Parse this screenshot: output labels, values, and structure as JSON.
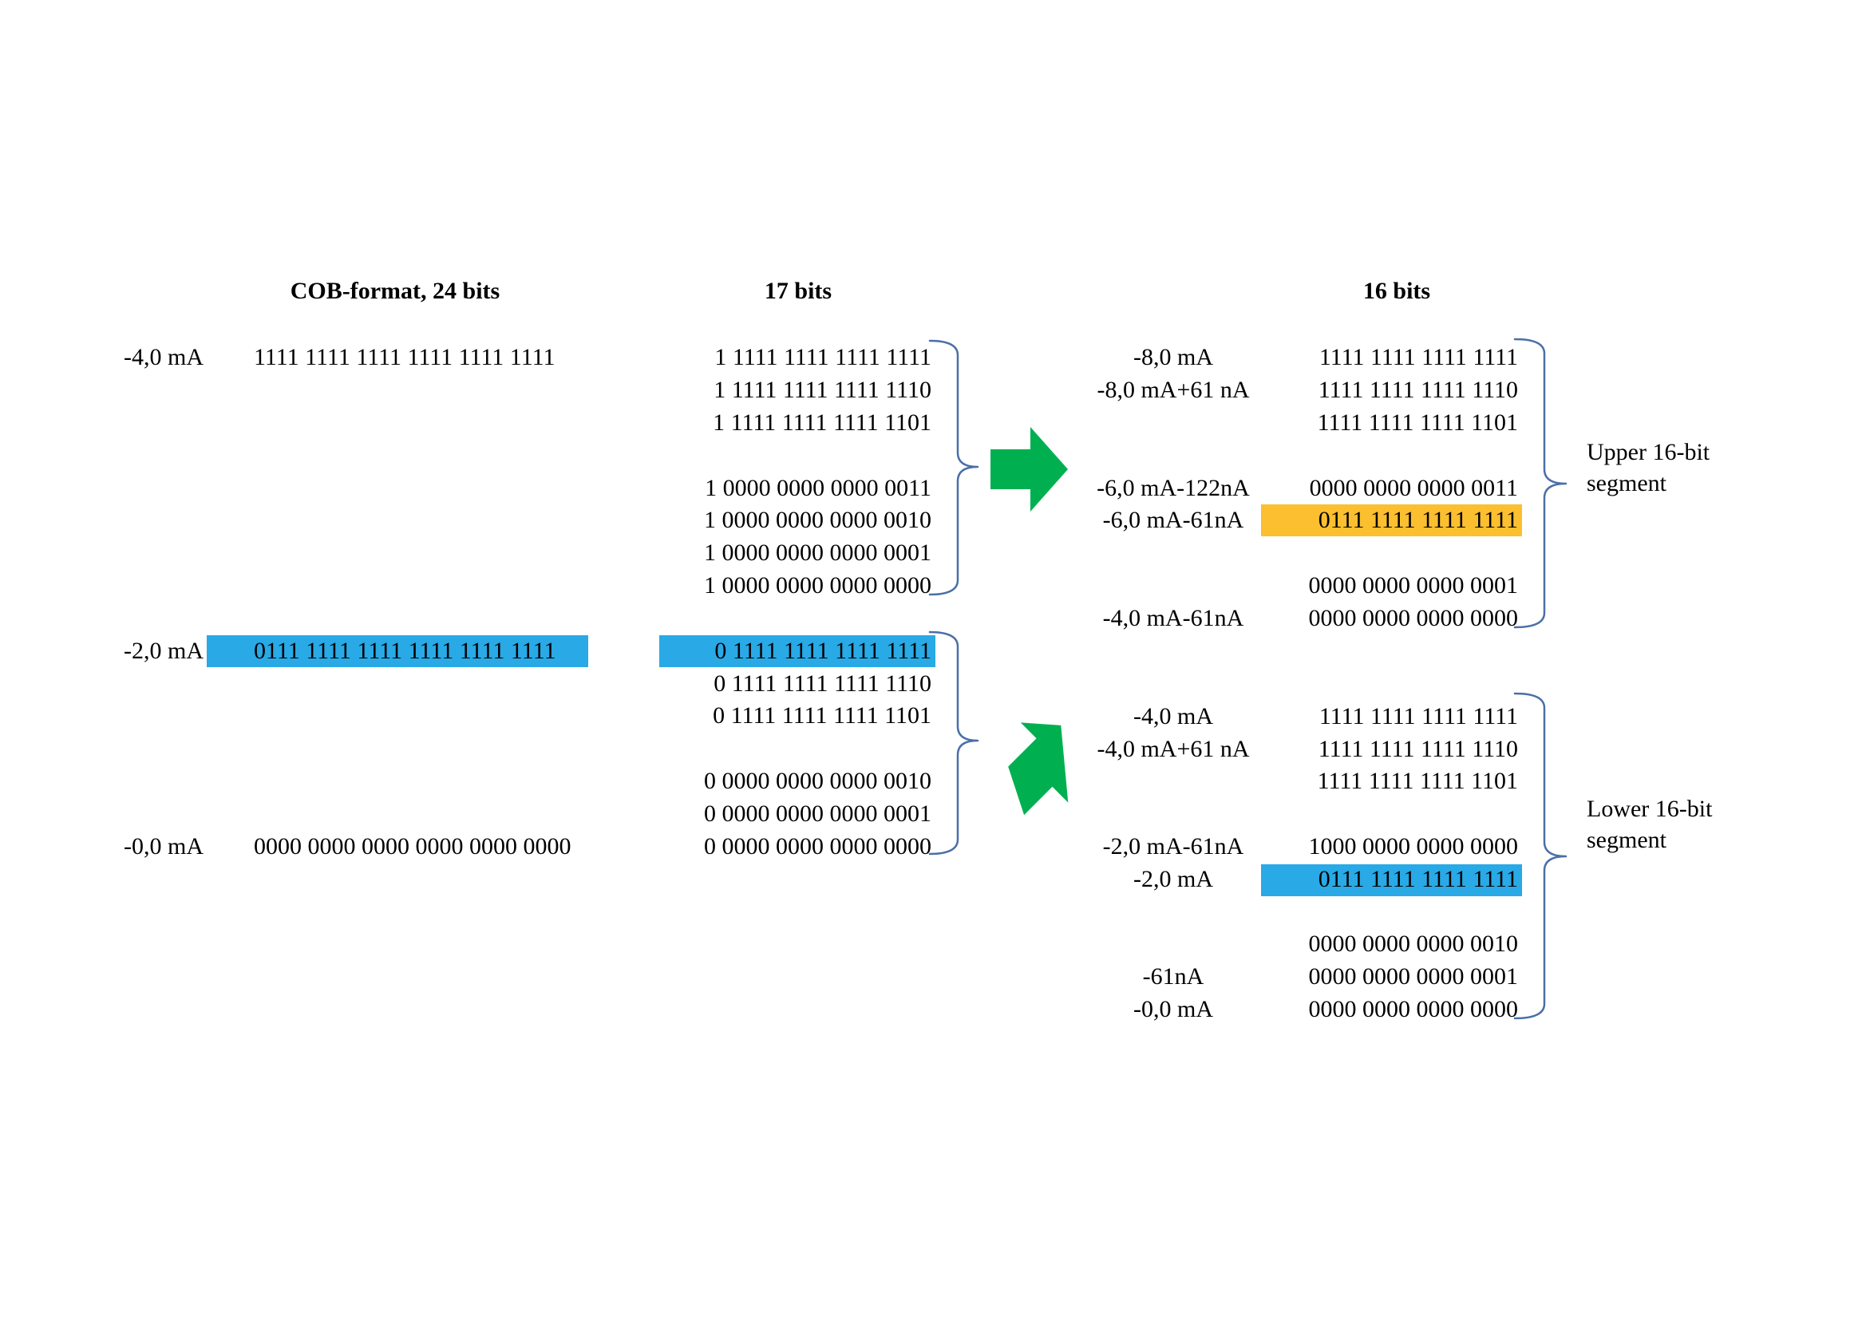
{
  "colors": {
    "highlight_blue": "#29a9e6",
    "highlight_orange": "#fbbf2f",
    "arrow_green": "#00b050",
    "brace_color": "#4a6fa8"
  },
  "headers": {
    "cob": "COB-format, 24 bits",
    "bits17": "17 bits",
    "bits16": "16 bits"
  },
  "col24": {
    "labels": [
      "-4,0 mA",
      "-2,0 mA",
      "-0,0 mA"
    ],
    "values": [
      "1111 1111 1111 1111 1111 1111",
      "0111 1111 1111 1111 1111 1111",
      "0000 0000 0000 0000 0000 0000"
    ],
    "highlighted_row": 1
  },
  "col17": {
    "upper": [
      "1 1111 1111 1111 1111",
      "1 1111 1111 1111 1110",
      "1 1111 1111 1111 1101",
      "1 0000 0000 0000 0011",
      "1 0000 0000 0000 0010",
      "1 0000 0000 0000 0001",
      "1 0000 0000 0000 0000"
    ],
    "lower": [
      "0 1111 1111 1111 1111",
      "0 1111 1111 1111 1110",
      "0 1111 1111 1111 1101",
      "0 0000 0000 0000 0010",
      "0 0000 0000 0000 0001",
      "0 0000 0000 0000 0000"
    ],
    "highlighted": "lower-0"
  },
  "col16": {
    "upper_labels": [
      "-8,0 mA",
      "-8,0 mA+61 nA",
      "-6,0 mA-122nA",
      "-6,0 mA-61nA",
      "-4,0 mA-61nA"
    ],
    "upper_values": [
      "1111 1111 1111 1111",
      "1111 1111 1111 1110",
      "1111 1111 1111 1101",
      "0000 0000 0000 0011",
      "0111 1111 1111 1111",
      "0000 0000 0000 0001",
      "0000 0000 0000 0000"
    ],
    "lower_labels": [
      "-4,0 mA",
      "-4,0 mA+61 nA",
      "-2,0 mA-61nA",
      "-2,0 mA",
      "-61nA",
      "-0,0 mA"
    ],
    "lower_values": [
      "1111 1111 1111 1111",
      "1111 1111 1111 1110",
      "1111 1111 1111 1101",
      "1000 0000 0000 0000",
      "0111 1111 1111 1111",
      "0000 0000 0000 0010",
      "0000 0000 0000 0001",
      "0000 0000 0000 0000"
    ]
  },
  "segments": {
    "upper": [
      "Upper 16-bit",
      "segment"
    ],
    "lower": [
      "Lower 16-bit",
      "segment"
    ]
  }
}
